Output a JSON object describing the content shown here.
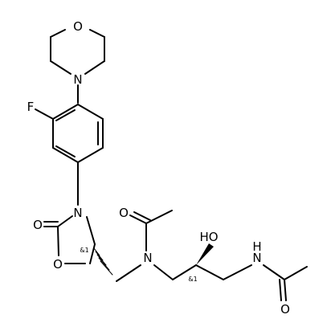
{
  "atoms": {
    "morpholine_O": "O",
    "morpholine_N": "N",
    "fluorine": "F",
    "oxazolidinone_N": "N",
    "oxazolidinone_ring_O": "O",
    "oxazolidinone_carbonyl_O": "O",
    "acetamide_O": "O",
    "tertiary_amine_N": "N",
    "hydroxyl": "HO",
    "secondary_amide_N": "N",
    "secondary_amide_H": "H",
    "terminal_acetyl_O": "O"
  },
  "stereo_labels": {
    "oxazolidinone_C5": "&1",
    "hydroxyl_carbon": "&1"
  }
}
